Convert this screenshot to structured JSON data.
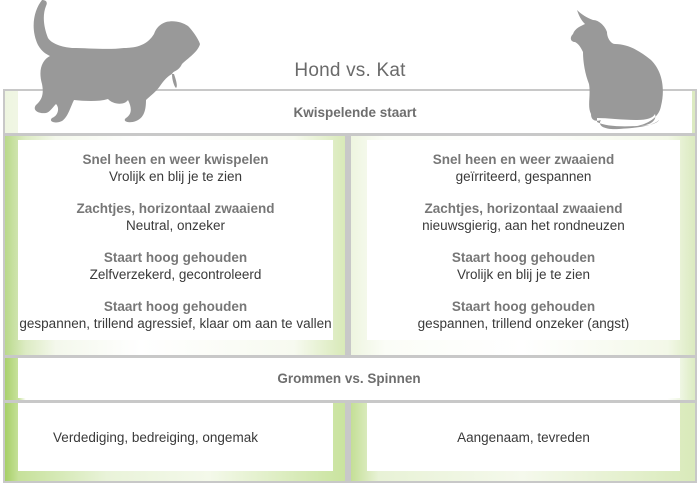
{
  "title": "Hond vs. Kat",
  "icons": {
    "dog": "dog-silhouette-icon",
    "cat": "cat-silhouette-icon"
  },
  "colors": {
    "frame": "#c8c8c8",
    "accent_green": "#b9d98a",
    "silhouette": "#999999",
    "title_text": "#6a6a6a",
    "label_text": "#777777",
    "value_text": "#3a3a3a"
  },
  "sections": [
    {
      "header": "Kwispelende staart",
      "dog": [
        {
          "label": "Snel heen en weer kwispelen",
          "value": "Vrolijk en blij je te zien"
        },
        {
          "label": "Zachtjes, horizontaal zwaaiend",
          "value": "Neutral, onzeker"
        },
        {
          "label": "Staart hoog gehouden",
          "value": "Zelfverzekerd, gecontroleerd"
        },
        {
          "label": "Staart hoog gehouden",
          "value": "gespannen, trillend agressief, klaar om aan te vallen"
        }
      ],
      "cat": [
        {
          "label": "Snel heen en weer zwaaiend",
          "value": "geïrriteerd, gespannen"
        },
        {
          "label": "Zachtjes, horizontaal zwaaiend",
          "value": "nieuwsgierig, aan het rondneuzen"
        },
        {
          "label": "Staart hoog gehouden",
          "value": "Vrolijk en blij je te zien"
        },
        {
          "label": "Staart hoog gehouden",
          "value": "gespannen, trillend onzeker (angst)"
        }
      ]
    },
    {
      "header": "Grommen vs. Spinnen",
      "dog_text": "Verdediging, bedreiging, ongemak",
      "cat_text": "Aangenaam, tevreden"
    }
  ]
}
